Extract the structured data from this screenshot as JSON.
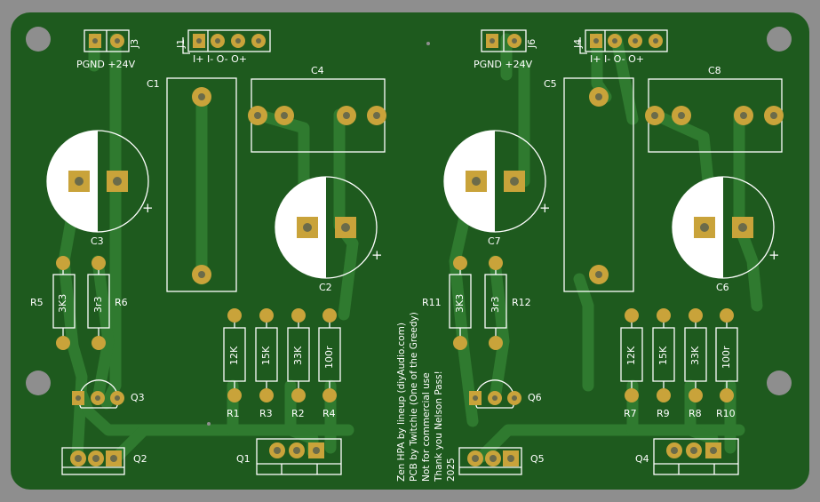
{
  "colors": {
    "background": "#8e8e8e",
    "board": "#1e5a1e",
    "trace": "#2f7a2f",
    "pad": "#c9a33a",
    "silk": "#ffffff"
  },
  "labels": {
    "j3": "J3",
    "j6": "J6",
    "j1": "J1",
    "j4": "J4",
    "pgnd_l": "PGND +24V",
    "pgnd_r": "PGND +24V",
    "io_l": "I+ I- O- O+",
    "io_r": "I+ I- O- O+",
    "c1": "C1",
    "c2": "C2",
    "c3": "C3",
    "c4": "C4",
    "c5": "C5",
    "c6": "C6",
    "c7": "C7",
    "c8": "C8",
    "r1": "R1",
    "r2": "R2",
    "r3": "R3",
    "r4": "R4",
    "r5": "R5",
    "r6": "R6",
    "r7": "R7",
    "r8": "R8",
    "r9": "R9",
    "r10": "R10",
    "r11": "R11",
    "r12": "R12",
    "q1": "Q1",
    "q2": "Q2",
    "q3": "Q3",
    "q4": "Q4",
    "q5": "Q5",
    "q6": "Q6",
    "val_3k3": "3K3",
    "val_3r3": "3r3",
    "val_12k": "12K",
    "val_15k": "15K",
    "val_33k": "33K",
    "val_100r": "100r",
    "plus": "+"
  },
  "note": [
    "Zen HPA by lineup (diyAudio.com)",
    "PCB by Twitchie (One of the Greedy)",
    "Not for commercial use",
    "Thank you Nelson Pass!",
    "2025"
  ]
}
